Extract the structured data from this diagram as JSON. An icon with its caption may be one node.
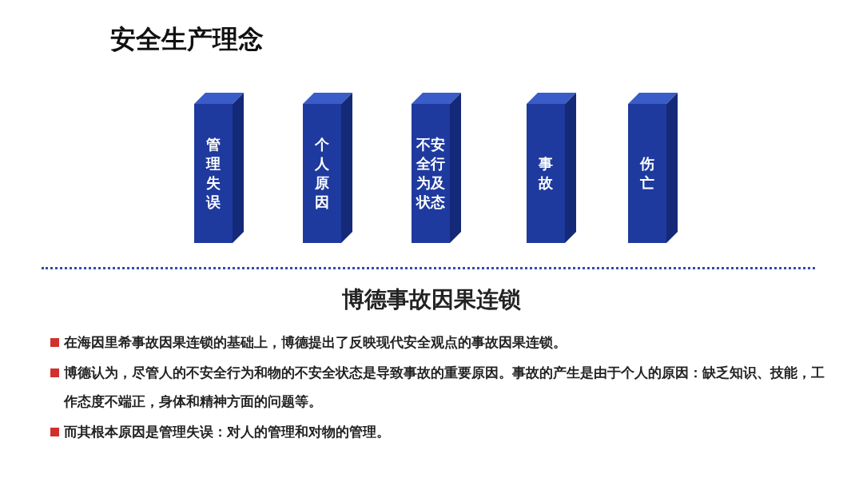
{
  "diagram": {
    "title": "安全生产理念",
    "nodes": [
      {
        "text": [
          "管理失误"
        ]
      },
      {
        "text": [
          "个人原因"
        ]
      },
      {
        "text": [
          "不安全行为及状态"
        ]
      },
      {
        "text": [
          "事故"
        ]
      },
      {
        "text": [
          "伤亡"
        ]
      }
    ],
    "labels": [
      "博德事故因果连锁",
      "在海因里希事故因果连锁的基础上，博德提出了反映现代安全观点的事故因果连锁。",
      "博德认为，尽管人的不安全行为和物的不安全状态是导致事故的重要原因。事故的产生是由于个人的原因：缺乏知识、技能，工作态度不端正，身体和精神方面的问题等。",
      "而其根本原因是管理失误：对人的管理和对物的管理。"
    ]
  }
}
